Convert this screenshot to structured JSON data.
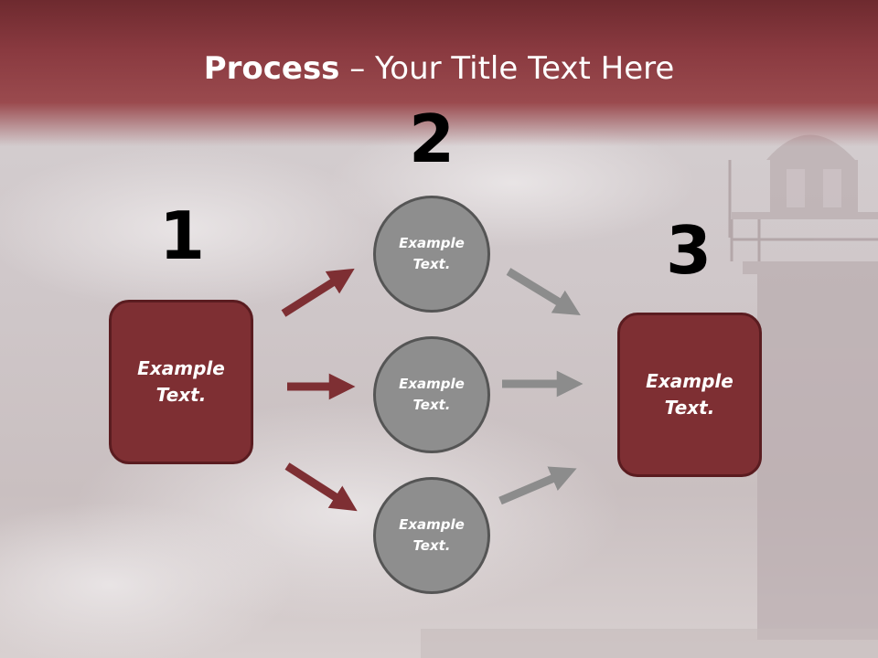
{
  "title": {
    "bold": "Process",
    "rest": " – Your Title Text Here"
  },
  "steps": {
    "one": "1",
    "two": "2",
    "three": "3"
  },
  "left_box": {
    "text": "Example\nText."
  },
  "circles": [
    {
      "text": "Example\nText."
    },
    {
      "text": "Example\nText."
    },
    {
      "text": "Example\nText."
    }
  ],
  "right_box": {
    "text": "Example\nText."
  },
  "colors": {
    "accent": "#7e2f33",
    "accent_border": "#5a1c20",
    "circle_fill": "#8e8e8e",
    "circle_border": "#555555",
    "arrow_gray": "#8c8c8c",
    "header": "#8a3a40"
  }
}
